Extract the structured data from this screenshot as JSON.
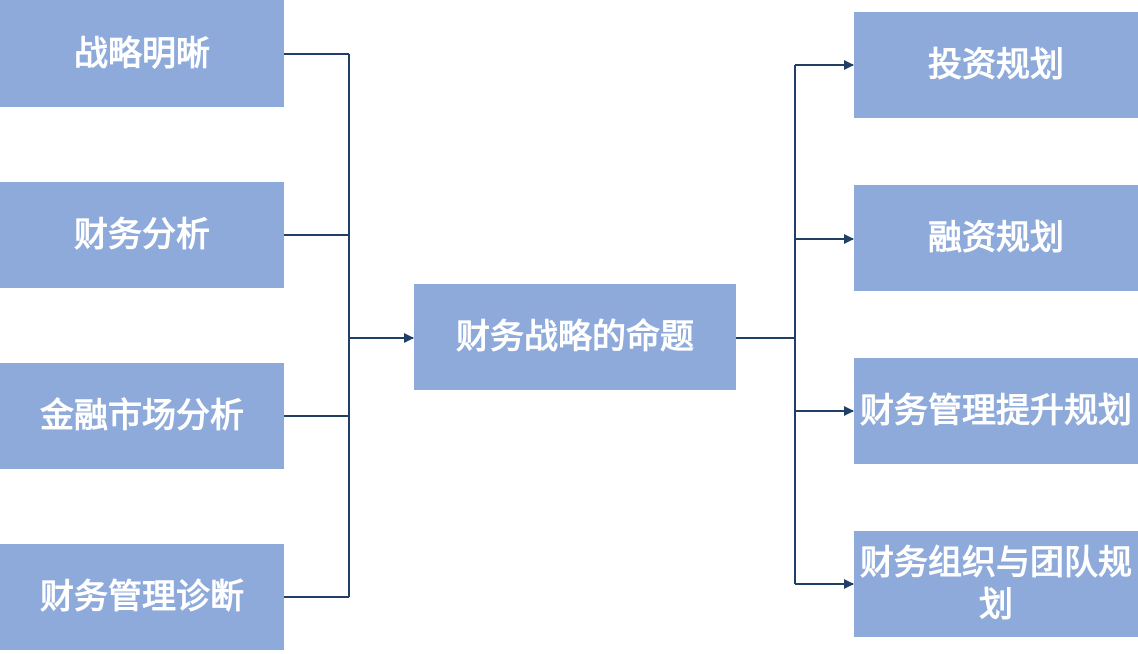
{
  "inputs": [
    "战略明晰",
    "财务分析",
    "金融市场分析",
    "财务管理诊断"
  ],
  "center": "财务战略的命题",
  "outputs": [
    "投资规划",
    "融资规划",
    "财务管理提升规划",
    "财务组织与团队规划"
  ],
  "colors": {
    "box": "#8eaadb",
    "line": "#1f3f66",
    "text": "#ffffff"
  }
}
